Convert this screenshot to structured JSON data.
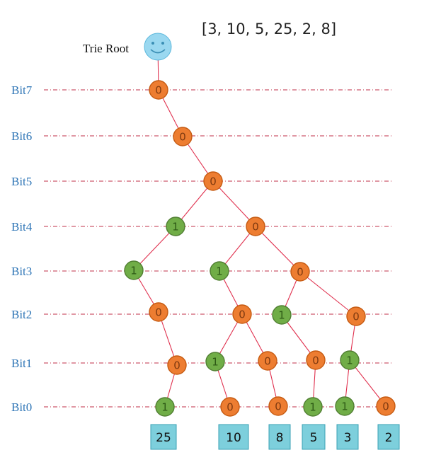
{
  "title": "[3, 10, 5, 25, 2, 8]",
  "root_label": "Trie Root",
  "bit_labels": [
    "Bit7",
    "Bit6",
    "Bit5",
    "Bit4",
    "Bit3",
    "Bit2",
    "Bit1",
    "Bit0"
  ],
  "nodes": [
    {
      "id": "b7",
      "label": "0",
      "bit": 7
    },
    {
      "id": "b6",
      "label": "0",
      "bit": 6
    },
    {
      "id": "b5",
      "label": "0",
      "bit": 5
    },
    {
      "id": "b4-1",
      "label": "1",
      "bit": 4
    },
    {
      "id": "b4-0",
      "label": "0",
      "bit": 4
    },
    {
      "id": "b3-1a",
      "label": "1",
      "bit": 3
    },
    {
      "id": "b3-1b",
      "label": "1",
      "bit": 3
    },
    {
      "id": "b3-0",
      "label": "0",
      "bit": 3
    },
    {
      "id": "b2-0a",
      "label": "0",
      "bit": 2
    },
    {
      "id": "b2-0b",
      "label": "0",
      "bit": 2
    },
    {
      "id": "b2-1",
      "label": "1",
      "bit": 2
    },
    {
      "id": "b2-0c",
      "label": "0",
      "bit": 2
    },
    {
      "id": "b1-0a",
      "label": "0",
      "bit": 1
    },
    {
      "id": "b1-1a",
      "label": "1",
      "bit": 1
    },
    {
      "id": "b1-0b",
      "label": "0",
      "bit": 1
    },
    {
      "id": "b1-0c",
      "label": "0",
      "bit": 1
    },
    {
      "id": "b1-1b",
      "label": "1",
      "bit": 1
    },
    {
      "id": "b0-25",
      "label": "1",
      "bit": 0
    },
    {
      "id": "b0-10",
      "label": "0",
      "bit": 0
    },
    {
      "id": "b0-8",
      "label": "0",
      "bit": 0
    },
    {
      "id": "b0-5",
      "label": "1",
      "bit": 0
    },
    {
      "id": "b0-3",
      "label": "1",
      "bit": 0
    },
    {
      "id": "b0-2",
      "label": "0",
      "bit": 0
    }
  ],
  "edges": [
    [
      "root",
      "b7"
    ],
    [
      "b7",
      "b6"
    ],
    [
      "b6",
      "b5"
    ],
    [
      "b5",
      "b4-1"
    ],
    [
      "b5",
      "b4-0"
    ],
    [
      "b4-1",
      "b3-1a"
    ],
    [
      "b4-0",
      "b3-1b"
    ],
    [
      "b4-0",
      "b3-0"
    ],
    [
      "b3-1a",
      "b2-0a"
    ],
    [
      "b3-1b",
      "b2-0b"
    ],
    [
      "b3-0",
      "b2-1"
    ],
    [
      "b3-0",
      "b2-0c"
    ],
    [
      "b2-0a",
      "b1-0a"
    ],
    [
      "b2-0b",
      "b1-1a"
    ],
    [
      "b2-0b",
      "b1-0b"
    ],
    [
      "b2-1",
      "b1-0c"
    ],
    [
      "b2-0c",
      "b1-1b"
    ],
    [
      "b1-0a",
      "b0-25"
    ],
    [
      "b1-1a",
      "b0-10"
    ],
    [
      "b1-0b",
      "b0-8"
    ],
    [
      "b1-0c",
      "b0-5"
    ],
    [
      "b1-1b",
      "b0-3"
    ],
    [
      "b1-1b",
      "b0-2"
    ]
  ],
  "leaf_values": [
    "25",
    "10",
    "8",
    "5",
    "3",
    "2"
  ],
  "colors": {
    "zero_fill": "#ed7d31",
    "zero_stroke": "#c55a11",
    "zero_text": "#7f3a10",
    "one_fill": "#70ad47",
    "one_stroke": "#507e32",
    "one_text": "#2e5a16",
    "edge": "#e0304e",
    "guide": "#c0304a",
    "leaf_box": "#7dcfdc",
    "leaf_box_stroke": "#3aa0b4",
    "root_fill": "#9ad8f0",
    "root_stroke": "#5cb8dc"
  }
}
